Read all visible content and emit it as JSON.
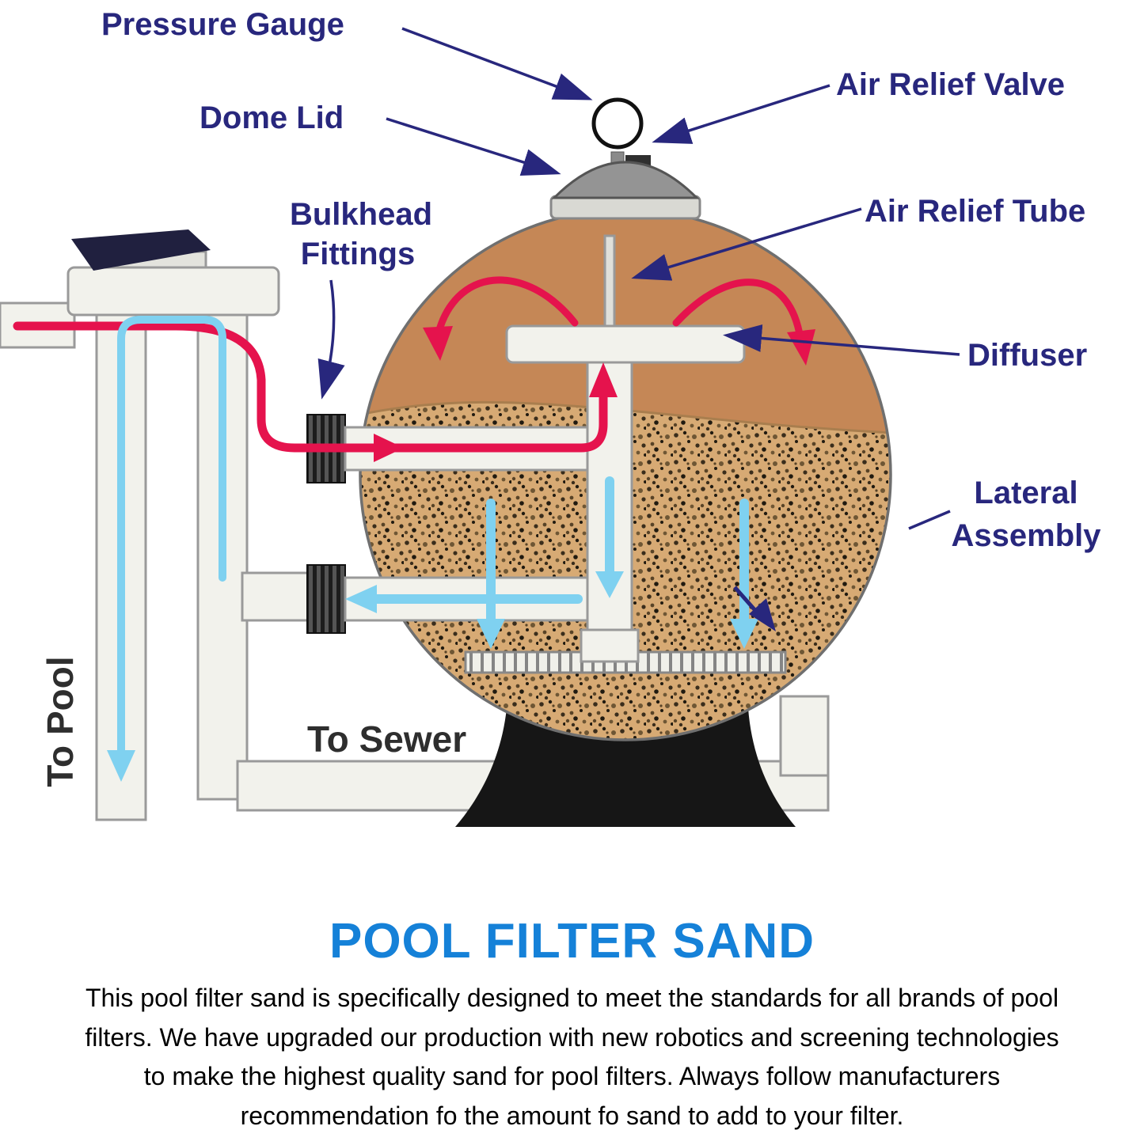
{
  "diagram": {
    "labels": {
      "pressure_gauge": "Pressure Gauge",
      "dome_lid": "Dome Lid",
      "bulkhead_line1": "Bulkhead",
      "bulkhead_line2": "Fittings",
      "air_relief_valve": "Air Relief Valve",
      "air_relief_tube": "Air Relief Tube",
      "diffuser": "Diffuser",
      "lateral_line1": "Lateral",
      "lateral_line2": "Assembly",
      "to_pool": "To Pool",
      "to_sewer": "To Sewer"
    },
    "colors": {
      "label_navy": "#28277d",
      "flow_in_red": "#e5134d",
      "flow_out_blue": "#7fd1f0",
      "tank_copper": "#c58756",
      "sand_tan": "#d7aa74",
      "dome_gray": "#949494",
      "base_black": "#161616",
      "pipe_white": "#f2f2ec",
      "title_blue": "#1581d8"
    }
  },
  "content": {
    "title": "POOL FILTER SAND",
    "lines": [
      "This pool filter sand is specifically designed to meet the standards for all brands of pool",
      "filters. We have upgraded our production with new robotics and screening technologies",
      "to make the highest quality sand for pool filters.  Always follow manufacturers",
      "recommendation fo the amount fo sand to add to your filter."
    ]
  }
}
